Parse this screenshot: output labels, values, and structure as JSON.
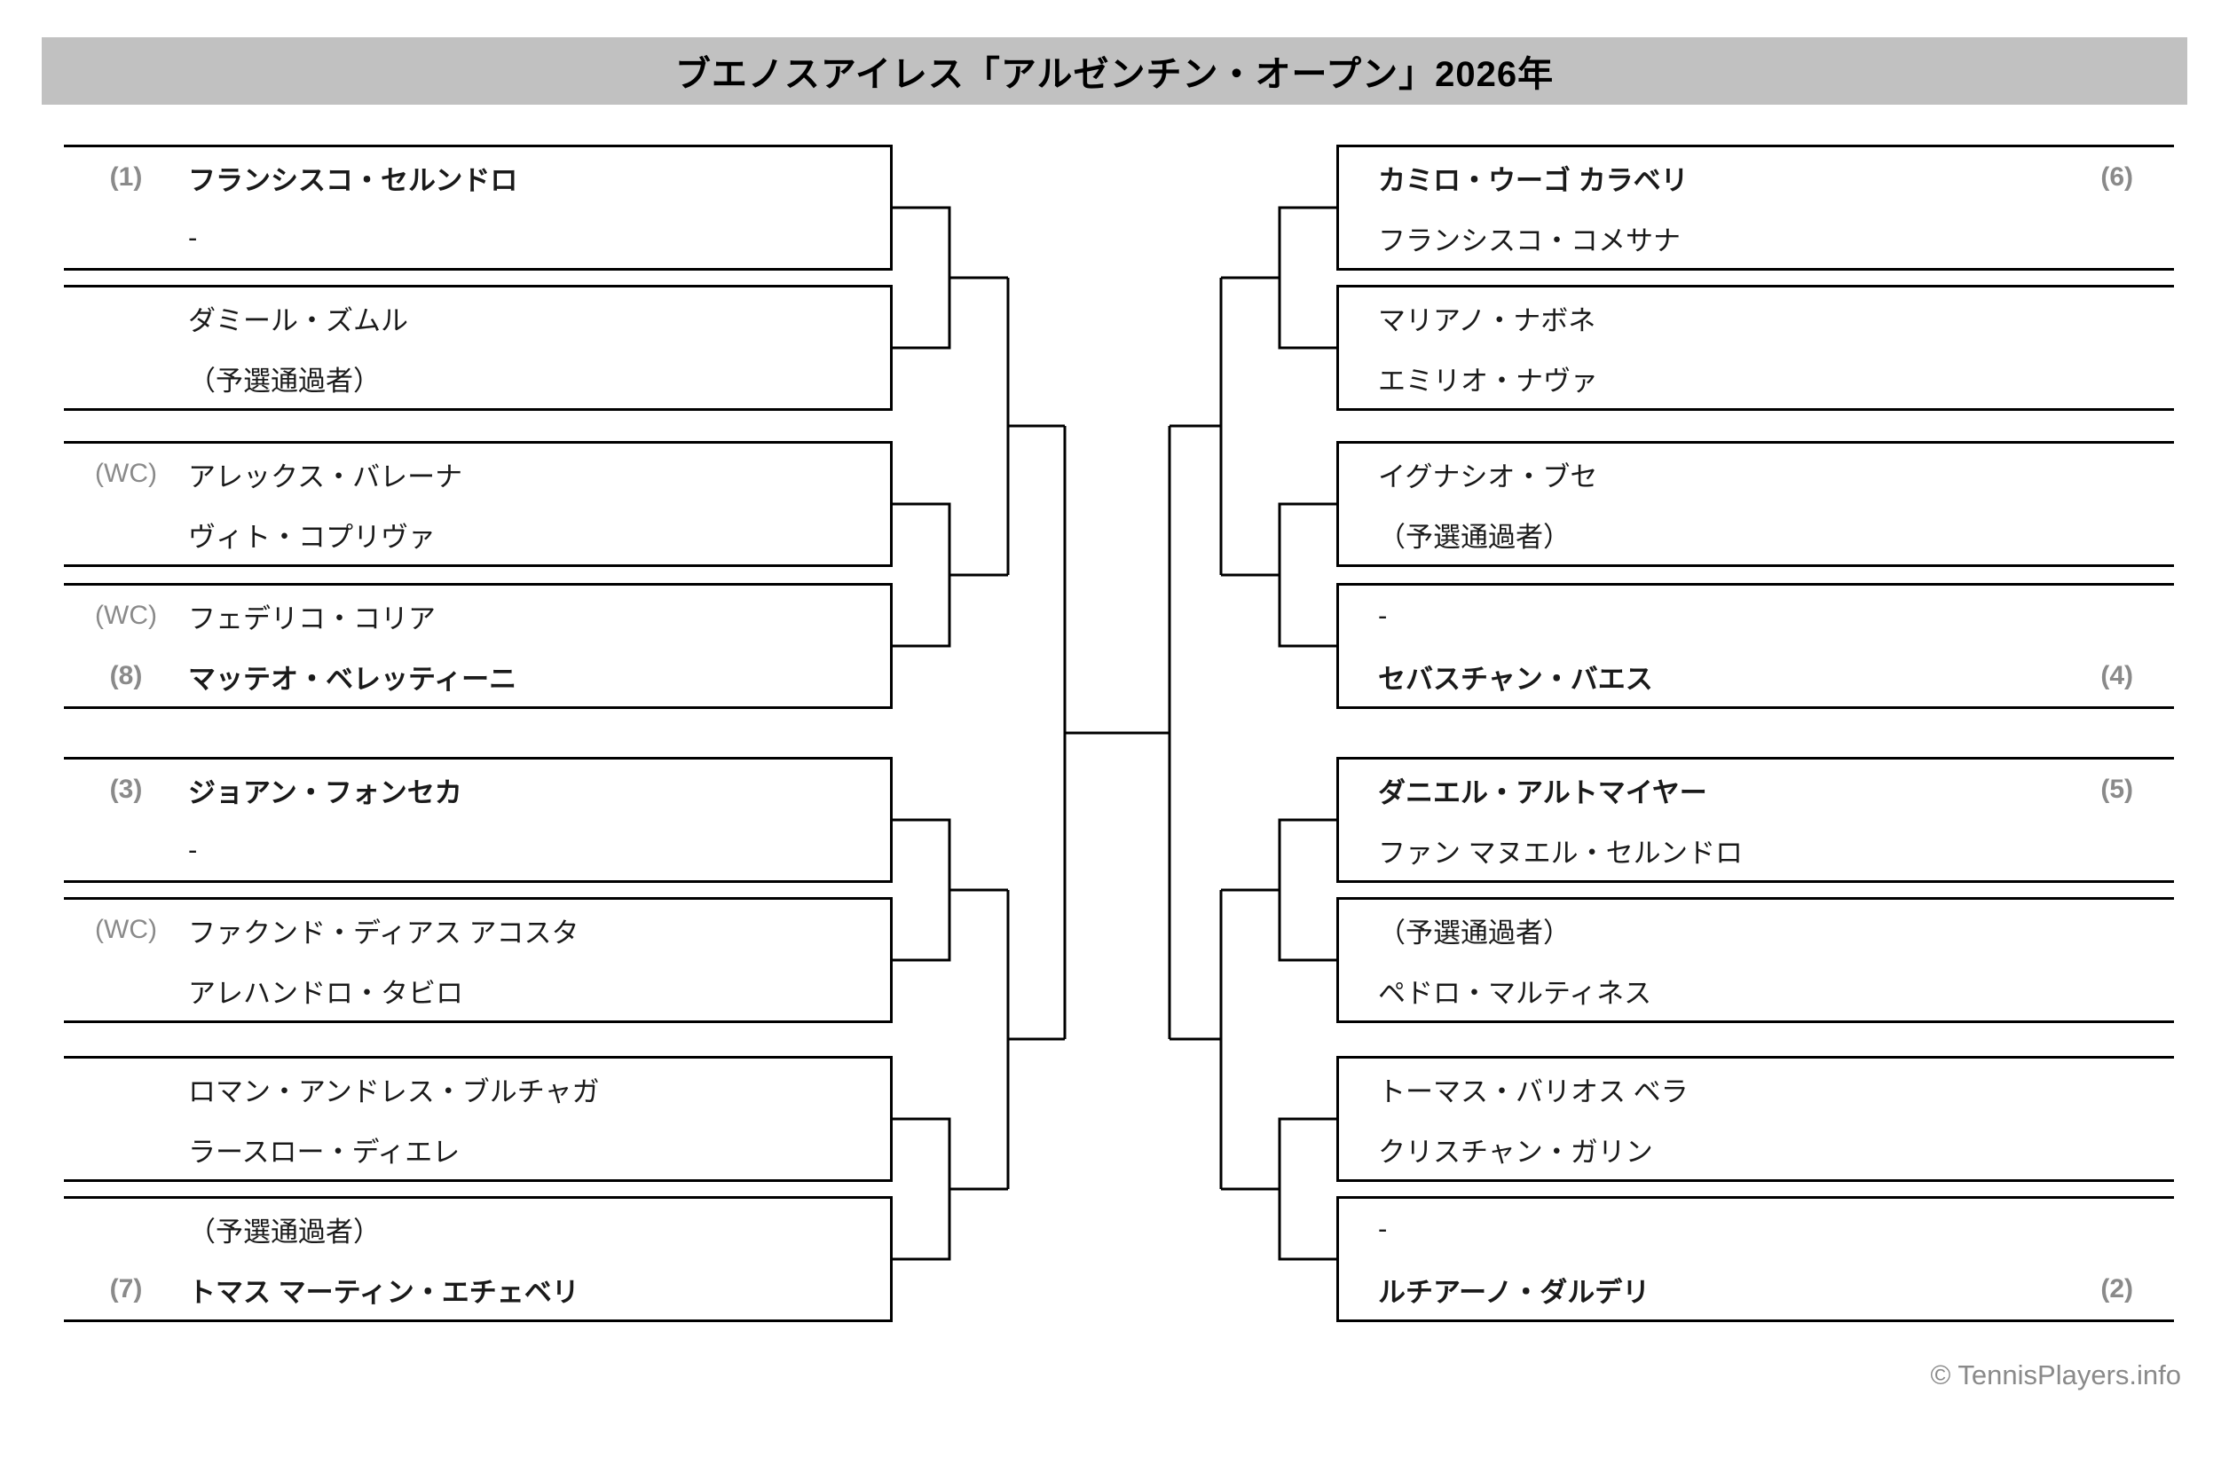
{
  "title": "ブエノスアイレス「アルゼンチン・オープン」2026年",
  "footer": {
    "credit": "© TennisPlayers.info"
  },
  "colors": {
    "title_bar_bg": "#c1c1c1",
    "bracket_line": "#000000",
    "seed_gray": "#8a8a8a"
  },
  "bracket": {
    "left": [
      {
        "rows": [
          {
            "tag": "(1)",
            "name": "フランシスコ・セルンドロ"
          },
          {
            "tag": "",
            "name": "-"
          }
        ]
      },
      {
        "rows": [
          {
            "tag": "",
            "name": "ダミール・ズムル"
          },
          {
            "tag": "",
            "name": "（予選通過者）"
          }
        ]
      },
      {
        "rows": [
          {
            "tag": "(WC)",
            "name": "アレックス・バレーナ"
          },
          {
            "tag": "",
            "name": "ヴィト・コプリヴァ"
          }
        ]
      },
      {
        "rows": [
          {
            "tag": "(WC)",
            "name": "フェデリコ・コリア"
          },
          {
            "tag": "(8)",
            "name": "マッテオ・ベレッティーニ"
          }
        ]
      },
      {
        "rows": [
          {
            "tag": "(3)",
            "name": "ジョアン・フォンセカ"
          },
          {
            "tag": "",
            "name": "-"
          }
        ]
      },
      {
        "rows": [
          {
            "tag": "(WC)",
            "name": "ファクンド・ディアス アコスタ"
          },
          {
            "tag": "",
            "name": "アレハンドロ・タビロ"
          }
        ]
      },
      {
        "rows": [
          {
            "tag": "",
            "name": "ロマン・アンドレス・ブルチャガ"
          },
          {
            "tag": "",
            "name": "ラースロー・ディエレ"
          }
        ]
      },
      {
        "rows": [
          {
            "tag": "",
            "name": "（予選通過者）"
          },
          {
            "tag": "(7)",
            "name": "トマス マーティン・エチェベリ"
          }
        ]
      }
    ],
    "right": [
      {
        "rows": [
          {
            "name": "カミロ・ウーゴ カラベリ",
            "tag": "(6)"
          },
          {
            "name": "フランシスコ・コメサナ",
            "tag": ""
          }
        ]
      },
      {
        "rows": [
          {
            "name": "マリアノ・ナボネ",
            "tag": ""
          },
          {
            "name": "エミリオ・ナヴァ",
            "tag": ""
          }
        ]
      },
      {
        "rows": [
          {
            "name": "イグナシオ・ブセ",
            "tag": ""
          },
          {
            "name": "（予選通過者）",
            "tag": ""
          }
        ]
      },
      {
        "rows": [
          {
            "name": "-",
            "tag": ""
          },
          {
            "name": "セバスチャン・バエス",
            "tag": "(4)"
          }
        ]
      },
      {
        "rows": [
          {
            "name": "ダニエル・アルトマイヤー",
            "tag": "(5)"
          },
          {
            "name": "ファン マヌエル・セルンドロ",
            "tag": ""
          }
        ]
      },
      {
        "rows": [
          {
            "name": "（予選通過者）",
            "tag": ""
          },
          {
            "name": "ペドロ・マルティネス",
            "tag": ""
          }
        ]
      },
      {
        "rows": [
          {
            "name": "トーマス・バリオス ベラ",
            "tag": ""
          },
          {
            "name": "クリスチャン・ガリン",
            "tag": ""
          }
        ]
      },
      {
        "rows": [
          {
            "name": "-",
            "tag": ""
          },
          {
            "name": "ルチアーノ・ダルデリ",
            "tag": "(2)"
          }
        ]
      }
    ]
  }
}
